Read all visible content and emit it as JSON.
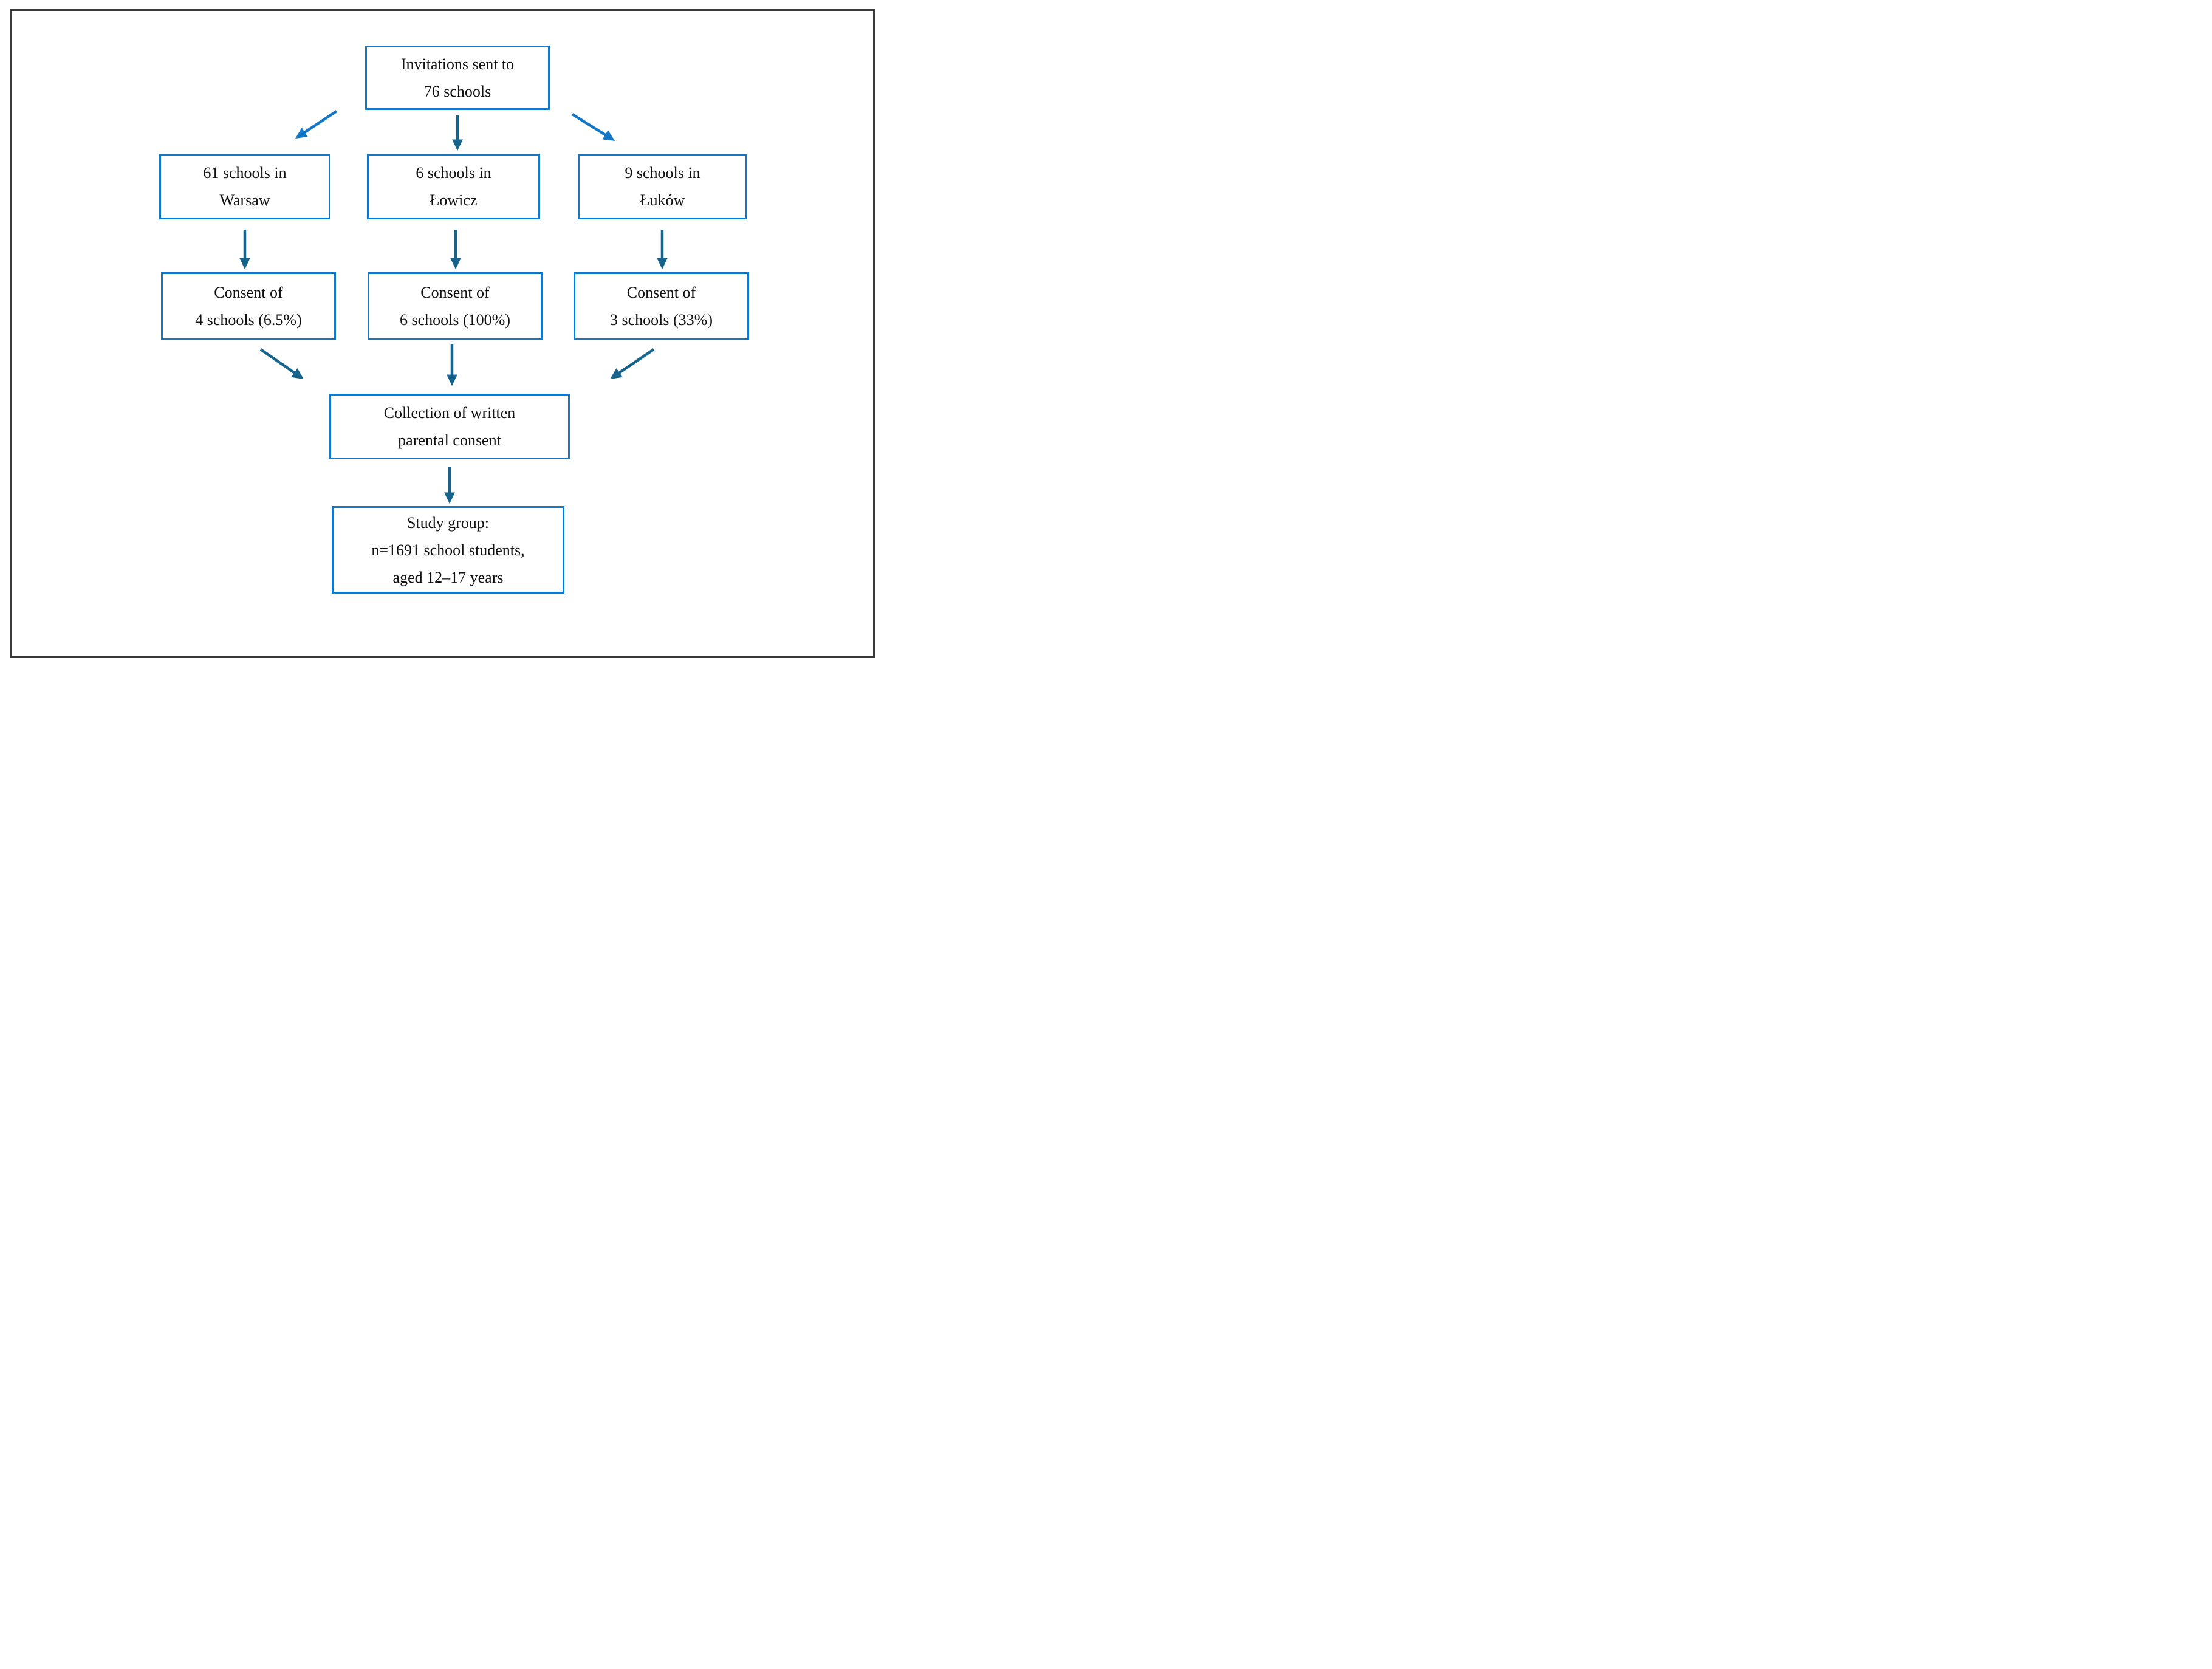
{
  "figure": {
    "type": "flowchart",
    "description": "Study recruitment flow diagram"
  },
  "colors": {
    "box_border_color": "#1377C8",
    "arrow_bright_color": "#1377C8",
    "arrow_dark_color": "#16648C",
    "frame_color": "#3A3A3A",
    "ink_color": "#111111"
  },
  "nodes": {
    "invitations": {
      "lines": [
        "Invitations sent to",
        "76 schools"
      ]
    },
    "warsaw": {
      "lines": [
        "61 schools in",
        "Warsaw"
      ]
    },
    "lowicz": {
      "lines": [
        "6 schools in",
        "Łowicz"
      ]
    },
    "lukow": {
      "lines": [
        "9 schools in",
        "Łuków"
      ]
    },
    "consent_warsaw": {
      "lines": [
        "Consent of",
        "4 schools (6.5%)"
      ]
    },
    "consent_lowicz": {
      "lines": [
        "Consent of",
        "6 schools (100%)"
      ]
    },
    "consent_lukow": {
      "lines": [
        "Consent of",
        "3 schools (33%)"
      ]
    },
    "collection": {
      "lines": [
        "Collection of written",
        "parental consent"
      ]
    },
    "study_group": {
      "lines": [
        "Study group:",
        "n=1691 school students,",
        "aged 12–17 years"
      ]
    }
  }
}
